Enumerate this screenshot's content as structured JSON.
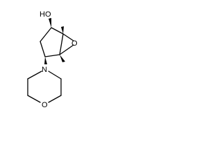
{
  "molecule": {
    "atom_labels": {
      "hydroxyl": "HO",
      "epoxide_oxygen": "O",
      "morpholine_nitrogen": "N",
      "morpholine_oxygen": "O"
    },
    "colors": {
      "background": "#ffffff",
      "ink": "#000000"
    }
  }
}
